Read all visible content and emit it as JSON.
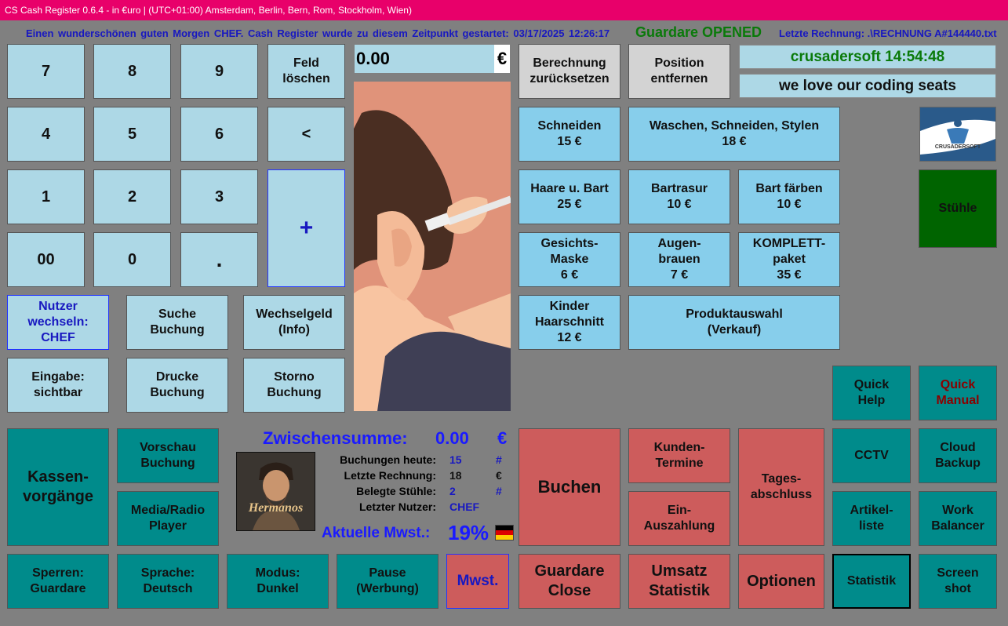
{
  "window": {
    "title": "CS Cash Register 0.6.4 - in €uro  |  (UTC+01:00) Amsterdam, Berlin, Bern, Rom, Stockholm, Wien)"
  },
  "header": {
    "greeting": "Einen wunderschönen guten Morgen CHEF. Cash Register wurde zu diesem Zeitpunkt gestartet: 03/17/2025 12:26:17",
    "guardare_status": "Guardare OPENED",
    "last_invoice": "Letzte Rechnung: .\\RECHNUNG A#144440.txt",
    "colors": {
      "status_green": "#0a7a0a",
      "info_blue": "#1818c0"
    }
  },
  "keypad": {
    "keys": [
      "7",
      "8",
      "9",
      "4",
      "5",
      "6",
      "1",
      "2",
      "3",
      "00",
      "0",
      "."
    ],
    "feld_loeschen": [
      "Feld",
      "löschen"
    ],
    "backspace": "<",
    "plus": "+"
  },
  "display": {
    "amount": "0.00",
    "currency": "€"
  },
  "left_functions": {
    "nutzer": [
      "Nutzer",
      "wechseln:",
      "CHEF"
    ],
    "suche": [
      "Suche",
      "Buchung"
    ],
    "wechselgeld": [
      "Wechselgeld",
      "(Info)"
    ],
    "eingabe": [
      "Eingabe:",
      "sichtbar"
    ],
    "drucke": [
      "Drucke",
      "Buchung"
    ],
    "storno": [
      "Storno",
      "Buchung"
    ]
  },
  "top_actions": {
    "berechnung": [
      "Berechnung",
      "zurücksetzen"
    ],
    "position": [
      "Position",
      "entfernen"
    ]
  },
  "brand": {
    "clock": "crusadersoft 14:54:48",
    "slogan": "we love our coding seats",
    "logo_text": "CRUSADERSOFT"
  },
  "services": [
    {
      "id": "schneiden",
      "lines": [
        "Schneiden",
        "15 €"
      ]
    },
    {
      "id": "waschen",
      "lines": [
        "Waschen, Schneiden, Stylen",
        "18 €"
      ]
    },
    {
      "id": "haare-bart",
      "lines": [
        "Haare u. Bart",
        "25 €"
      ]
    },
    {
      "id": "bartrasur",
      "lines": [
        "Bartrasur",
        "10 €"
      ]
    },
    {
      "id": "bart-faerben",
      "lines": [
        "Bart färben",
        "10 €"
      ]
    },
    {
      "id": "gesichtsmaske",
      "lines": [
        "Gesichts-",
        "Maske",
        "6 €"
      ]
    },
    {
      "id": "augenbrauen",
      "lines": [
        "Augen-",
        "brauen",
        "7 €"
      ]
    },
    {
      "id": "komplett",
      "lines": [
        "KOMPLETT-",
        "paket",
        "35 €"
      ]
    },
    {
      "id": "kinder",
      "lines": [
        "Kinder",
        "Haarschnitt",
        "12 €"
      ]
    },
    {
      "id": "produktauswahl",
      "lines": [
        "Produktauswahl",
        "(Verkauf)"
      ]
    }
  ],
  "right_panel": {
    "stuehle": "Stühle",
    "quick_help": [
      "Quick",
      "Help"
    ],
    "quick_manual": [
      "Quick",
      "Manual"
    ],
    "cctv": "CCTV",
    "cloud_backup": [
      "Cloud",
      "Backup"
    ],
    "artikelliste": [
      "Artikel-",
      "liste"
    ],
    "work_balancer": [
      "Work",
      "Balancer"
    ],
    "statistik": "Statistik",
    "screenshot": [
      "Screen",
      "shot"
    ]
  },
  "bottom": {
    "kassenvorgaenge": [
      "Kassen-",
      "vorgänge"
    ],
    "vorschau": [
      "Vorschau",
      "Buchung"
    ],
    "media": [
      "Media/Radio",
      "Player"
    ],
    "sperren": [
      "Sperren:",
      "Guardare"
    ],
    "sprache": [
      "Sprache:",
      "Deutsch"
    ],
    "modus": [
      "Modus:",
      "Dunkel"
    ],
    "pause": [
      "Pause",
      "(Werbung)"
    ],
    "mwst": "Mwst.",
    "buchen": "Buchen",
    "kunden_termine": [
      "Kunden-",
      "Termine"
    ],
    "ein_auszahlung": [
      "Ein-",
      "Auszahlung"
    ],
    "tagesabschluss": [
      "Tages-",
      "abschluss"
    ],
    "guardare_close": [
      "Guardare",
      "Close"
    ],
    "umsatz": [
      "Umsatz",
      "Statistik"
    ],
    "optionen": "Optionen"
  },
  "summary": {
    "zwischensumme_label": "Zwischensumme:",
    "zwischensumme_value": "0.00",
    "zwischensumme_currency": "€",
    "logo_text": "Hermanos",
    "stats": [
      {
        "label": "Buchungen heute:",
        "value": "15",
        "unit": "#",
        "color": "#1818c0"
      },
      {
        "label": "Letzte Rechnung:",
        "value": "18",
        "unit": "€",
        "color": "#111111"
      },
      {
        "label": "Belegte Stühle:",
        "value": "2",
        "unit": "#",
        "color": "#1818c0"
      },
      {
        "label": "Letzter Nutzer:",
        "value": "CHEF",
        "unit": "",
        "color": "#1818c0"
      }
    ],
    "mwst_label": "Aktuelle Mwst.:",
    "mwst_value": "19%"
  }
}
